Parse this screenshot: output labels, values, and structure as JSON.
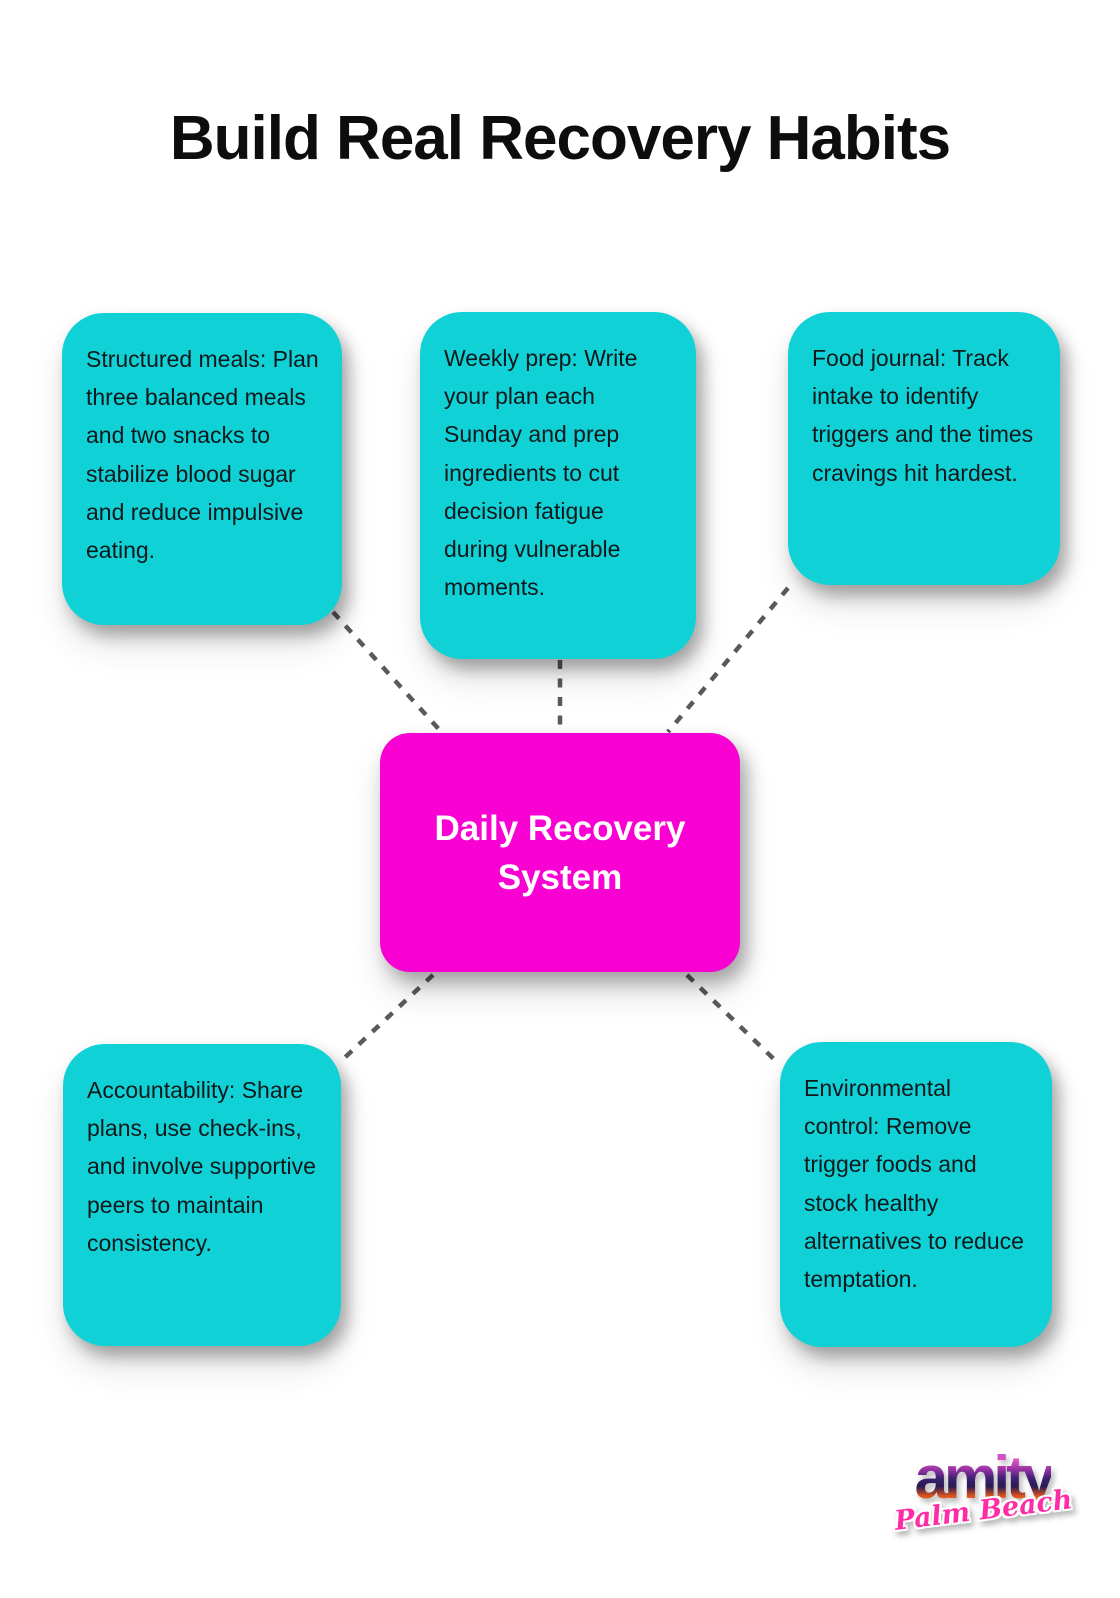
{
  "page": {
    "title": "Build Real Recovery Habits"
  },
  "diagram": {
    "center": {
      "label": "Daily Recovery System"
    },
    "nodes": [
      {
        "id": "structured-meals",
        "text": "Structured meals: Plan three balanced meals and two snacks to stabilize blood sugar and reduce impulsive eating."
      },
      {
        "id": "weekly-prep",
        "text": "Weekly prep: Write your plan each Sunday and prep ingredients to cut decision fatigue during vulnerable moments."
      },
      {
        "id": "food-journal",
        "text": "Food journal: Track intake to identify triggers and the times cravings hit hardest."
      },
      {
        "id": "accountability",
        "text": "Accountability: Share plans, use check-ins, and involve supportive peers to maintain consistency."
      },
      {
        "id": "environmental-control",
        "text": "Environmental control: Remove trigger foods and stock healthy alternatives to reduce temptation."
      }
    ],
    "colors": {
      "branch_node": "#10d2d6",
      "center_node": "#f900d3",
      "center_text": "#ffffff",
      "branch_text": "#10181b",
      "connector": "#5a5a5a",
      "title_text": "#0d0d0d"
    }
  },
  "logo": {
    "brand": "amity",
    "tagline": "Palm Beach"
  }
}
